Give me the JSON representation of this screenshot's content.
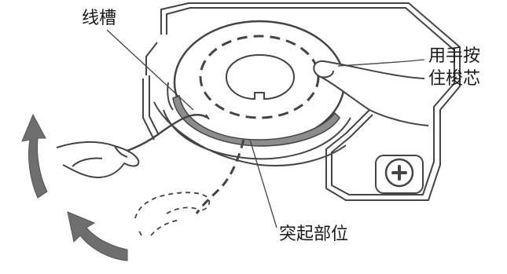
{
  "labels": {
    "thread_groove": "线槽",
    "bobbin_case_line1": "用手按",
    "bobbin_case_line2": "住梭芯",
    "protrusion": "突起部位"
  },
  "icons": {
    "screw": "screw-icon",
    "hand_left": "hand-holding-thread-icon",
    "hand_right": "finger-pressing-icon",
    "arrows": "rotate-direction-arrow-icon"
  },
  "colors": {
    "line": "#444444",
    "groove_fill": "#8c8c8c",
    "arrow_fill": "#6e6e6e",
    "background": "#ffffff"
  }
}
